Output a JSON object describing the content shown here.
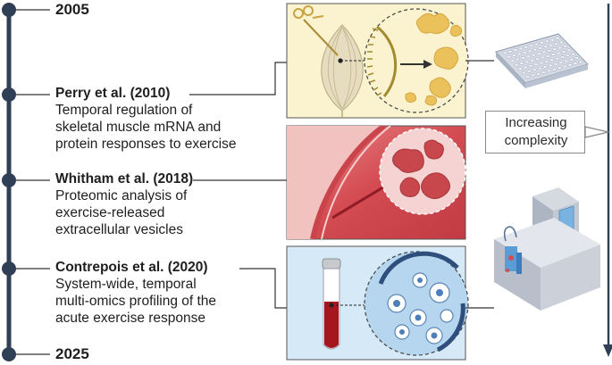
{
  "timeline": {
    "start_year": "2005",
    "end_year": "2025",
    "line_color": "#2f3f56"
  },
  "studies": [
    {
      "title": "Perry et al. (2010)",
      "description_lines": [
        "Temporal regulation of",
        "skeletal muscle mRNA and",
        "protein responses to exercise"
      ],
      "panel_color": "#fbf3cf",
      "icon": "muscle-biopsy-icon"
    },
    {
      "title": "Whitham et al. (2018)",
      "description_lines": [
        "Proteomic analysis of",
        "exercise-released",
        "extracellular vesicles"
      ],
      "panel_color": "#d9545a",
      "icon": "blood-vessel-icon"
    },
    {
      "title": "Contrepois et al.  (2020)",
      "description_lines": [
        "System-wide, temporal",
        "multi-omics profiling of the",
        "acute exercise response"
      ],
      "panel_color": "#d6e9f7",
      "icon": "blood-tube-icon"
    }
  ],
  "complexity_callout": "Increasing\ncomplexity",
  "instrument_icons": [
    "well-plate-icon",
    "mass-spectrometer-icon"
  ]
}
